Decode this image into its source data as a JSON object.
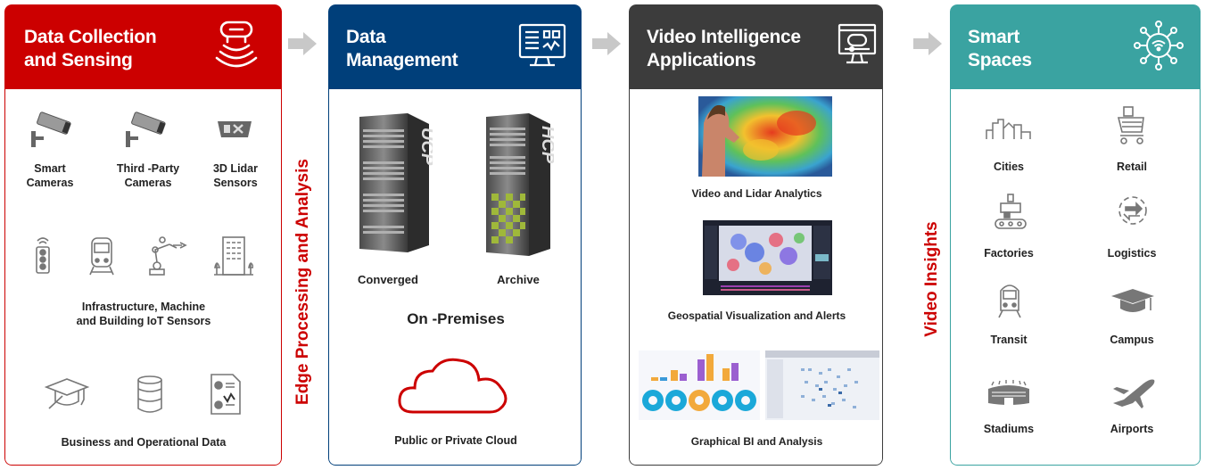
{
  "panels": {
    "collection": {
      "title_line1": "Data Collection",
      "title_line2": "and Sensing",
      "icon": "sensor-signal-icon",
      "cameras": [
        {
          "label_line1": "Smart",
          "label_line2": "Cameras",
          "icon": "cctv-camera-icon"
        },
        {
          "label_line1": "Third -Party",
          "label_line2": "Cameras",
          "icon": "cctv-camera-icon"
        },
        {
          "label_line1": "3D Lidar",
          "label_line2": "Sensors",
          "icon": "lidar-sensor-icon"
        }
      ],
      "iot_icons": [
        "traffic-light-icon",
        "train-icon",
        "robot-arm-icon",
        "building-icon"
      ],
      "iot_label_line1": "Infrastructure, Machine",
      "iot_label_line2": "and Building IoT Sensors",
      "business_icons": [
        "graduation-cap-icon",
        "database-icon",
        "report-document-icon"
      ],
      "business_label": "Business and Operational Data"
    },
    "management": {
      "title_line1": "Data",
      "title_line2": "Management",
      "icon": "monitor-dashboard-icon",
      "servers": [
        {
          "label": "Converged",
          "tag": "UCP"
        },
        {
          "label": "Archive",
          "tag": "HCP"
        }
      ],
      "onprem_label": "On -Premises",
      "cloud_label": "Public or Private Cloud"
    },
    "video": {
      "title_line1": "Video Intelligence",
      "title_line2": "Applications",
      "icon": "video-monitor-icon",
      "apps": [
        {
          "label": "Video and Lidar Analytics"
        },
        {
          "label": "Geospatial Visualization and Alerts"
        },
        {
          "label": "Graphical BI and Analysis"
        }
      ]
    },
    "spaces": {
      "title_line1": "Smart",
      "title_line2": "Spaces",
      "icon": "wifi-network-icon",
      "items": [
        {
          "label": "Cities",
          "icon": "city-skyline-icon"
        },
        {
          "label": "Retail",
          "icon": "shopping-cart-icon"
        },
        {
          "label": "Factories",
          "icon": "factory-conveyor-icon"
        },
        {
          "label": "Logistics",
          "icon": "logistics-cycle-icon"
        },
        {
          "label": "Transit",
          "icon": "train-front-icon"
        },
        {
          "label": "Campus",
          "icon": "graduation-cap-icon"
        },
        {
          "label": "Stadiums",
          "icon": "stadium-icon"
        },
        {
          "label": "Airports",
          "icon": "airplane-icon"
        }
      ]
    }
  },
  "side_labels": {
    "edge": "Edge Processing and Analysis",
    "insights": "Video Insights"
  },
  "colors": {
    "red": "#cc0000",
    "blue": "#003f7a",
    "dark": "#3c3c3c",
    "teal": "#3aa3a1",
    "arrow": "#c8c8c8"
  }
}
